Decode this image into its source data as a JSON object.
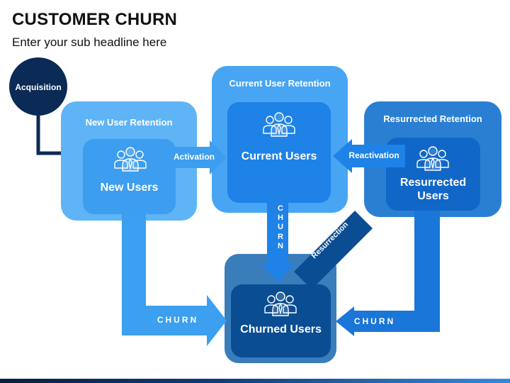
{
  "header": {
    "title": "CUSTOMER CHURN",
    "subtitle": "Enter your sub headline here"
  },
  "acquisition": {
    "label": "Acquisition"
  },
  "groups": {
    "new": {
      "title": "New User Retention",
      "box_label": "New Users"
    },
    "current": {
      "title": "Current User Retention",
      "box_label": "Current Users"
    },
    "resurrected": {
      "title": "Resurrected Retention",
      "box_label": "Resurrected Users"
    }
  },
  "churned": {
    "box_label": "Churned Users"
  },
  "arrows": {
    "activation": "Activation",
    "reactivation": "Reactivation",
    "churn_vertical": "CHURN",
    "resurrection": "Resurrection",
    "churn_left": "CHURN",
    "churn_right": "CHURN"
  },
  "colors": {
    "navy": "#0b2a55",
    "light_panel": "#5fb4f5",
    "light_box": "#3d9def",
    "current_panel": "#48a5f3",
    "current_box": "#1e82e6",
    "resurrected_panel": "#2b7fd3",
    "resurrected_box": "#1167c8",
    "churn_panel": "#3a7dbb",
    "churn_box": "#0b4d93"
  },
  "icons": [
    "users-group-icon"
  ]
}
